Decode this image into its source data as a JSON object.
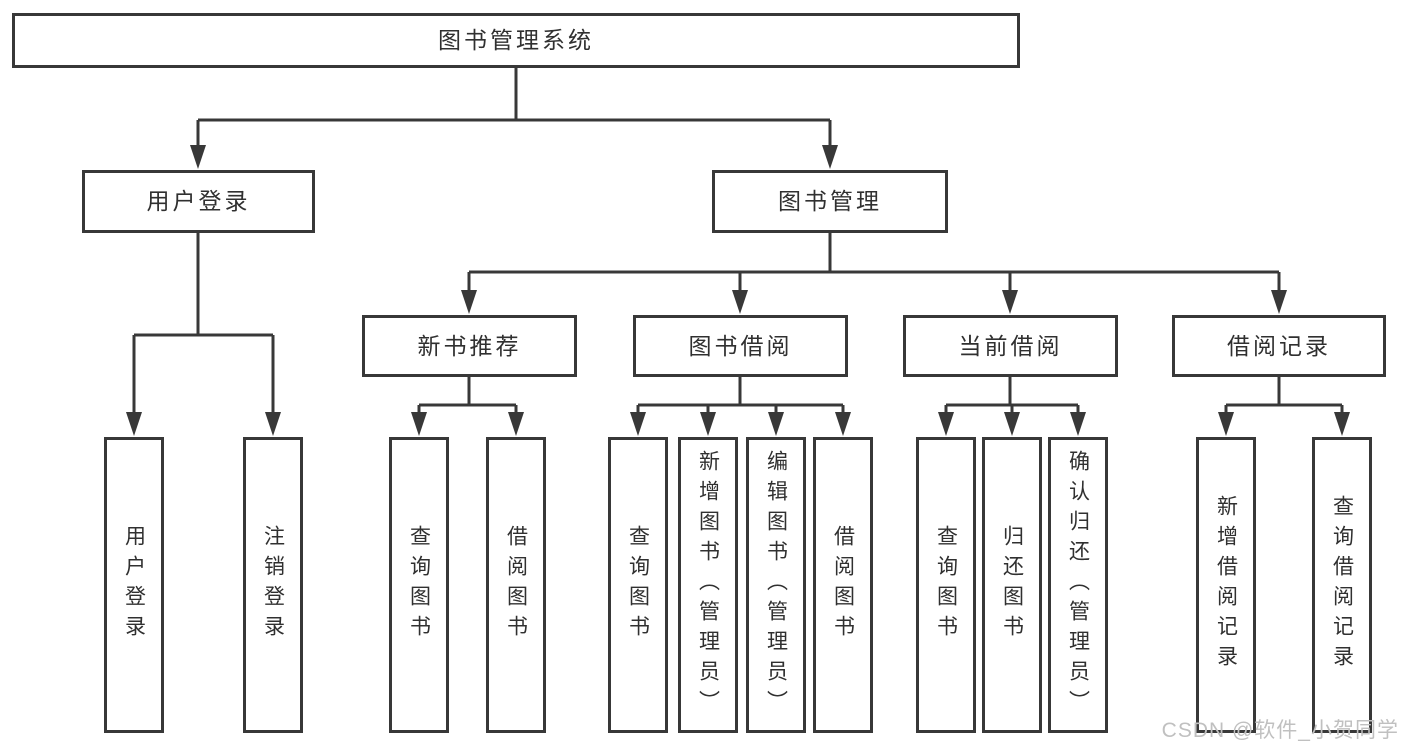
{
  "diagram": {
    "title": "图书管理系统",
    "type": "functional-structure-tree",
    "colors": {
      "line": "#383838",
      "text": "#303030",
      "background": "#ffffff",
      "watermark": "#c0c0c0"
    },
    "watermark": "CSDN @软件_小贺同学",
    "nodes": {
      "root": {
        "label": "图书管理系统"
      },
      "user_login": {
        "label": "用户登录"
      },
      "book_mgmt": {
        "label": "图书管理"
      },
      "new_book_rec": {
        "label": "新书推荐"
      },
      "book_borrow": {
        "label": "图书借阅"
      },
      "current_borrow": {
        "label": "当前借阅"
      },
      "borrow_records": {
        "label": "借阅记录"
      },
      "ul_user_login": {
        "label": "用户登录"
      },
      "ul_logout": {
        "label": "注销登录"
      },
      "nb_query_book": {
        "label": "查询图书"
      },
      "nb_borrow_book": {
        "label": "借阅图书"
      },
      "bb_query_book": {
        "label": "查询图书"
      },
      "bb_add_book": {
        "label": "新增图书（管理员）"
      },
      "bb_edit_book": {
        "label": "编辑图书（管理员）"
      },
      "bb_borrow_book": {
        "label": "借阅图书"
      },
      "cb_query_book": {
        "label": "查询图书"
      },
      "cb_return_book": {
        "label": "归还图书"
      },
      "cb_confirm_return": {
        "label": "确认归还（管理员）"
      },
      "br_add_record": {
        "label": "新增借阅记录"
      },
      "br_query_record": {
        "label": "查询借阅记录"
      }
    },
    "hierarchy": {
      "图书管理系统": {
        "用户登录": [
          "用户登录",
          "注销登录"
        ],
        "图书管理": {
          "新书推荐": [
            "查询图书",
            "借阅图书"
          ],
          "图书借阅": [
            "查询图书",
            "新增图书（管理员）",
            "编辑图书（管理员）",
            "借阅图书"
          ],
          "当前借阅": [
            "查询图书",
            "归还图书",
            "确认归还（管理员）"
          ],
          "借阅记录": [
            "新增借阅记录",
            "查询借阅记录"
          ]
        }
      }
    }
  }
}
